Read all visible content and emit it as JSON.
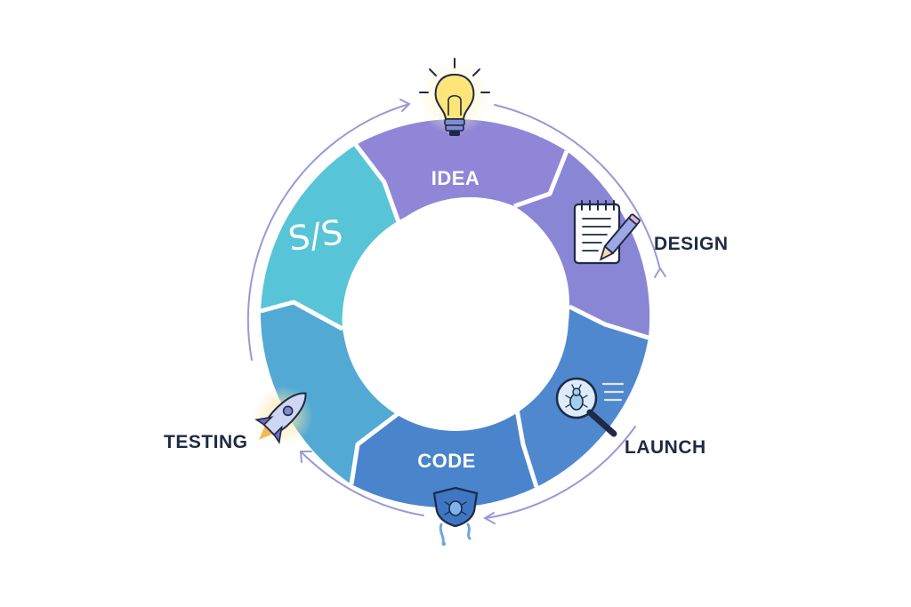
{
  "diagram": {
    "stages": [
      {
        "id": "idea",
        "label": "IDEA",
        "color": "#8f86d8"
      },
      {
        "id": "design",
        "label": "DESIGN",
        "color": "#8a86d6"
      },
      {
        "id": "launch",
        "label": "LAUNCH",
        "color": "#4f88cf"
      },
      {
        "id": "code",
        "label": "CODE",
        "color": "#4a84cc"
      },
      {
        "id": "testing",
        "label": "TESTING",
        "color": "#52a9d4"
      },
      {
        "id": "code-symbol",
        "label": "",
        "color": "#57c5d7"
      }
    ],
    "icons": [
      "lightbulb-icon",
      "notepad-pencil-icon",
      "bug-magnifier-icon",
      "shield-bug-icon",
      "rocket-icon",
      "code-slash-icon"
    ],
    "code_symbol_text": "S/S",
    "colors": {
      "label_dark": "#1f2a44",
      "arrow": "#9b98d8",
      "center": "#ffffff"
    }
  }
}
